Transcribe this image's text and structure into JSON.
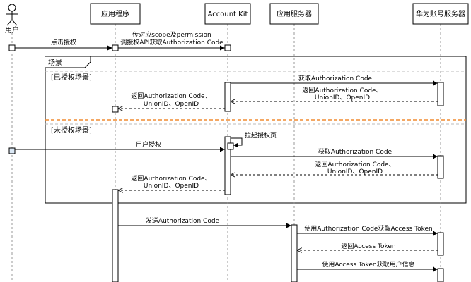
{
  "participants": {
    "user": "用户",
    "app": "应用程序",
    "kit": "Account Kit",
    "server": "应用服务器",
    "huawei": "华为账号服务器"
  },
  "frame": {
    "label": "场景",
    "sections": [
      "[已授权场景]",
      "[未授权场景]"
    ]
  },
  "messages": [
    "点击授权",
    "传对应scope及permission",
    "调授权API获取Authorization Code",
    "获取Authorization Code",
    "返回Authorization Code、",
    "UnionID、OpenID",
    "返回Authorization Code、",
    "UnionID、OpenID",
    "拉起授权页",
    "用户授权",
    "获取Authorization Code",
    "返回Authorization Code、",
    "UnionID、OpenID",
    "返回Authorization Code、",
    "UnionID、OpenID",
    "发送Authorization Code",
    "使用Authorization Code获取Access Token",
    "返回Access Token",
    "使用Access Token获取用户信息"
  ],
  "colors": {
    "line": "#000000",
    "lifeline": "#999999",
    "box_fill": "#ffffff",
    "section_divider": "#f08c30",
    "frame_border": "#000000"
  }
}
